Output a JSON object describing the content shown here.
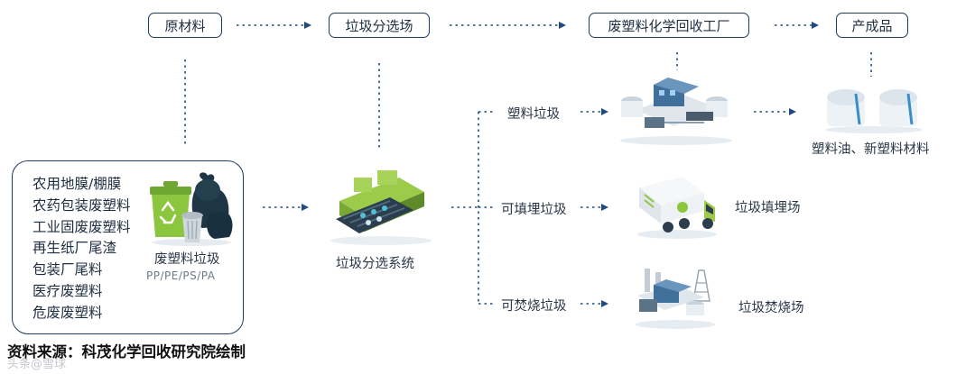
{
  "stages": {
    "raw": "原材料",
    "sorting": "垃圾分选场",
    "recycle": "废塑料化学回收工厂",
    "product": "产成品"
  },
  "source_box": {
    "items": [
      "农用地膜/棚膜",
      "农药包装废塑料",
      "工业固废废塑料",
      "再生纸厂尾渣",
      "包装厂尾料",
      "医疗废塑料",
      "危废废塑料"
    ],
    "waste_label": "废塑料垃圾",
    "waste_types": "PP/PE/PS/PA"
  },
  "sorting_system_label": "垃圾分选系统",
  "branches": {
    "plastic": "塑料垃圾",
    "landfillable": "可填埋垃圾",
    "burnable": "可焚烧垃圾"
  },
  "destinations": {
    "products": "塑料油、新塑料材料",
    "landfill": "垃圾填埋场",
    "incineration": "垃圾焚烧场"
  },
  "source_note": "资料来源：科茂化学回收研究院绘制",
  "watermark": "头条@雪球"
}
